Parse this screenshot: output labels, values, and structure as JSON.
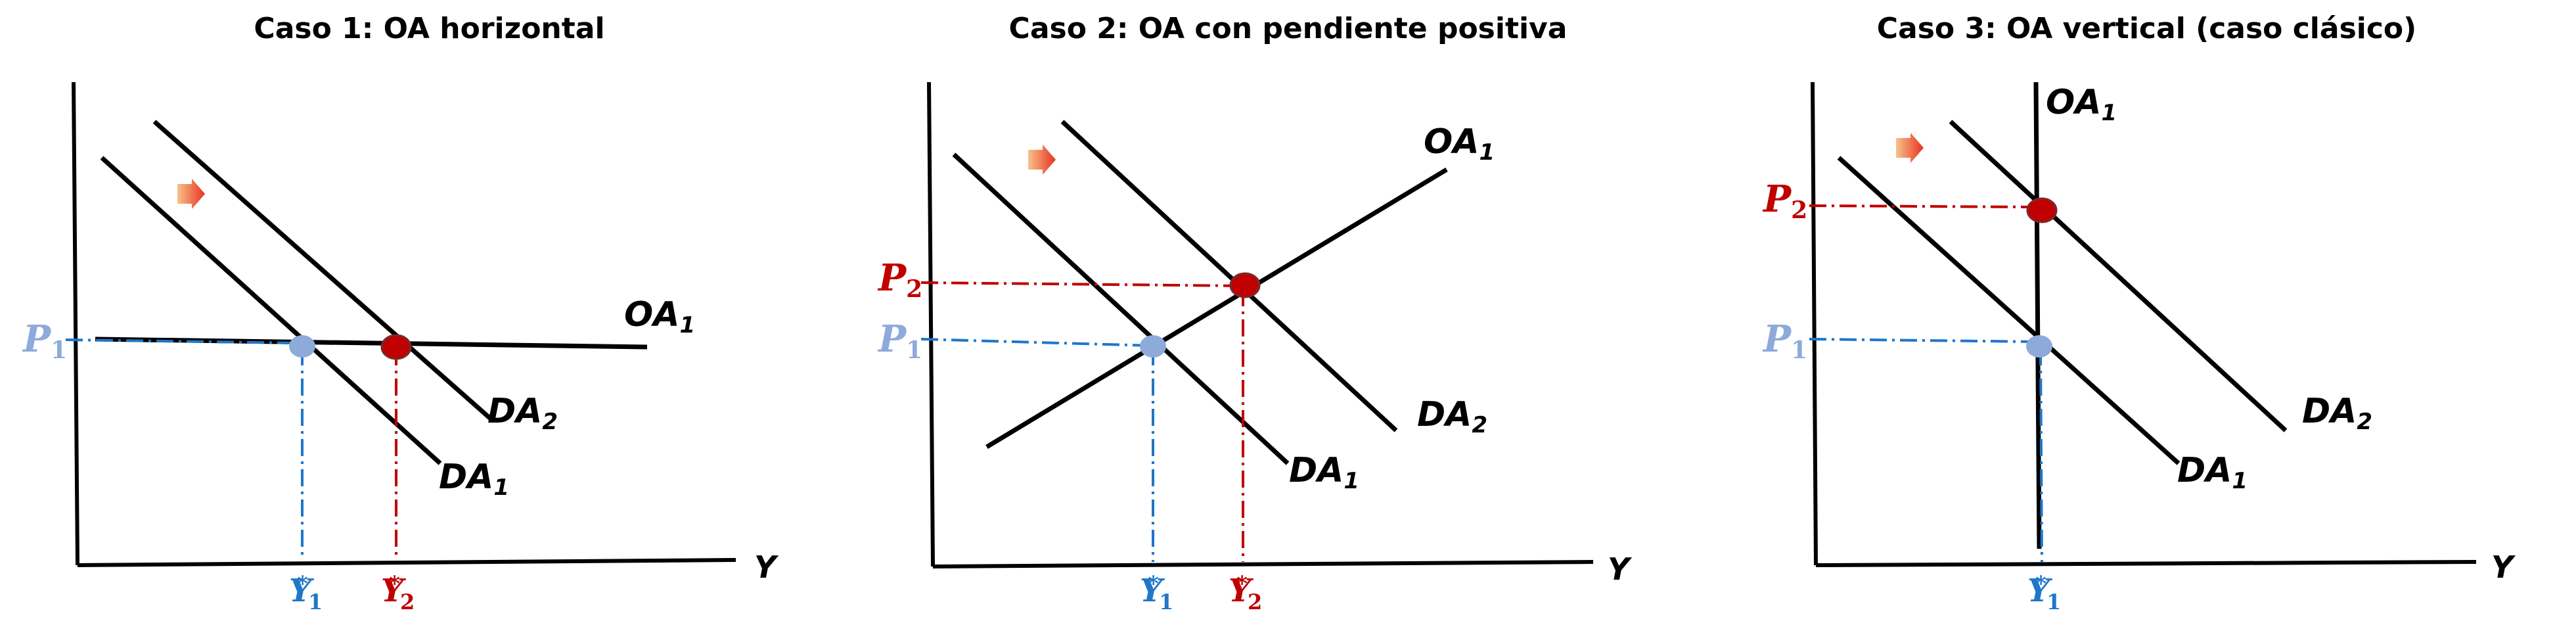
{
  "colors": {
    "blue": "#1f77c9",
    "light_blue": "#8eaadb",
    "red": "#c00000",
    "black": "#000000"
  },
  "icons": {
    "shift": "shift-arrow-icon"
  },
  "panels": [
    {
      "title": "Caso 1: OA horizontal",
      "supply": {
        "name": "OA",
        "sub": "1"
      },
      "demand1": {
        "name": "DA",
        "sub": "1"
      },
      "demand2": {
        "name": "DA",
        "sub": "2"
      },
      "price1": {
        "name": "P",
        "sub": "1"
      },
      "price2": null,
      "y1": {
        "name": "Y",
        "sub": "1",
        "sup": "*"
      },
      "y2": {
        "name": "Y",
        "sub": "2",
        "sup": "*"
      },
      "axis": "Y"
    },
    {
      "title": "Caso 2: OA con pendiente positiva",
      "supply": {
        "name": "OA",
        "sub": "1"
      },
      "demand1": {
        "name": "DA",
        "sub": "1"
      },
      "demand2": {
        "name": "DA",
        "sub": "2"
      },
      "price1": {
        "name": "P",
        "sub": "1"
      },
      "price2": {
        "name": "P",
        "sub": "2"
      },
      "y1": {
        "name": "Y",
        "sub": "1",
        "sup": "*"
      },
      "y2": {
        "name": "Y",
        "sub": "2",
        "sup": "*"
      },
      "axis": "Y"
    },
    {
      "title": "Caso 3: OA vertical (caso clásico)",
      "supply": {
        "name": "OA",
        "sub": "1"
      },
      "demand1": {
        "name": "DA",
        "sub": "1"
      },
      "demand2": {
        "name": "DA",
        "sub": "2"
      },
      "price1": {
        "name": "P",
        "sub": "1"
      },
      "price2": {
        "name": "P",
        "sub": "2"
      },
      "y1": {
        "name": "Y",
        "sub": "1",
        "sup": "*"
      },
      "y2": null,
      "axis": "Y"
    }
  ]
}
